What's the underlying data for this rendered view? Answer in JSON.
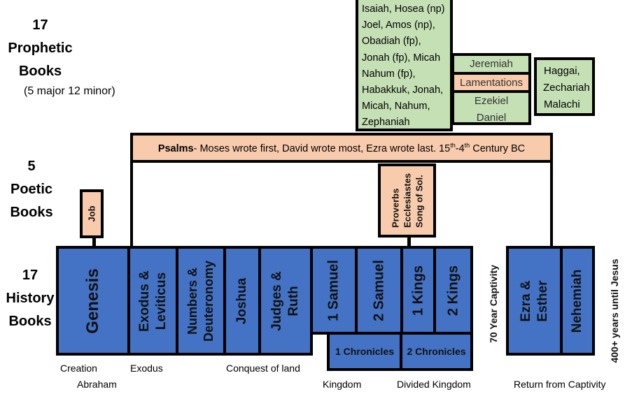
{
  "categories": {
    "prophetic": {
      "count": "17",
      "title": "Prophetic",
      "books_word": "Books",
      "subtitle": "(5 major 12 minor)"
    },
    "poetic": {
      "count": "5",
      "title": "Poetic",
      "books_word": "Books"
    },
    "history": {
      "count": "17",
      "title": "History",
      "books_word": "Books"
    }
  },
  "prophets": {
    "minor_list_lines": [
      "Isaiah, Hosea (np)",
      "Joel, Amos (np),",
      "Obadiah (fp),",
      "Jonah (fp), Micah",
      "Nahum (fp),",
      "Habakkuk, Jonah,",
      "Micah, Nahum,",
      "Zephaniah"
    ],
    "jeremiah": "Jeremiah",
    "lamentations": "Lamentations",
    "ezekiel": "Ezekiel",
    "daniel": "Daniel",
    "post_exile": [
      "Haggai,",
      "Zechariah",
      "Malachi"
    ]
  },
  "poetry": {
    "psalms_bold": "Psalms",
    "psalms_text": "- Moses wrote first, David wrote most, Ezra wrote last. 15",
    "sup1": "th",
    "mid": "-4",
    "sup2": "th",
    "tail": " Century BC",
    "job": "Job",
    "wisdom": [
      "Proverbs",
      "Ecclesiastes",
      "Song of Sol."
    ]
  },
  "history": {
    "genesis": "Genesis",
    "exodus_leviticus": [
      "Exodus &",
      "Leviticus"
    ],
    "numbers_deuteronomy": [
      "Numbers &",
      "Deuteronomy"
    ],
    "joshua": "Joshua",
    "judges_ruth": [
      "Judges &",
      "Ruth"
    ],
    "samuel1": "1 Samuel",
    "samuel2": "2 Samuel",
    "kings1": "1 Kings",
    "kings2": "2 Kings",
    "chronicles1": "1 Chronicles",
    "chronicles2": "2 Chronicles",
    "captivity": "70 Year Captivity",
    "ezra_esther": [
      "Ezra &",
      "Esther"
    ],
    "nehemiah": "Nehemiah",
    "until_jesus": "400+ years until Jesus"
  },
  "eras": {
    "creation": "Creation",
    "abraham": "Abraham",
    "exodus": "Exodus",
    "conquest": "Conquest of land",
    "kingdom": "Kingdom",
    "divided": "Divided Kingdom",
    "return": "Return from Captivity"
  },
  "colors": {
    "prophetic": "#c5e0b4",
    "poetic": "#f8cbad",
    "history": "#4472c4",
    "border": "#000000"
  }
}
